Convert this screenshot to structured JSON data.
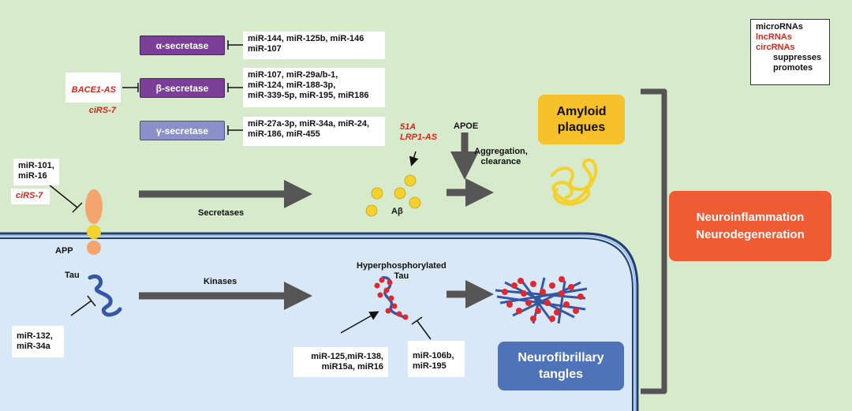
{
  "legend": {
    "mirna": "microRNAs",
    "lncrna": "lncRNAs",
    "circrna": "circRNAs",
    "suppresses": "suppresses",
    "promotes": "promotes"
  },
  "enzymes": {
    "alpha": "α-secretase",
    "beta": "β-secretase",
    "gamma": "γ-secretase"
  },
  "regulators": {
    "alpha_mirnas": "miR-144, miR-125b, miR-146\nmiR-107",
    "beta_mirnas": "miR-107, miR-29a/b-1,\nmiR-124, miR-188-3p,\nmiR-339-5p, miR-195, miR186",
    "gamma_mirnas": "miR-27a-3p, miR-34a, miR-24,\nmiR-186, miR-455",
    "bace1_as": "BACE1-AS",
    "cirs7_beta": "ciRS-7",
    "app_mirnas": "miR-101,\nmiR-16",
    "cirs7_app": "ciRS-7",
    "lnc_abeta": "51A\nLRP1-AS",
    "tau_mirnas": "miR-132,\nmiR-34a",
    "hyper_promote": "miR-125,miR-138,\nmiR15a, miR16",
    "hyper_suppress": "miR-106b,\nmiR-195"
  },
  "labels": {
    "app": "APP",
    "tau": "Tau",
    "secretases": "Secretases",
    "kinases": "Kinases",
    "abeta": "Aβ",
    "apoe": "APOE",
    "aggregation": "Aggregation,\nclearance",
    "hyperphosphorylated": "Hyperphosphorylated\nTau"
  },
  "outcomes": {
    "amyloid": "Amyloid\nplaques",
    "tangles": "Neurofibrillary\ntangles",
    "neuro_line1": "Neuroinflammation",
    "neuro_line2": "Neurodegeneration"
  },
  "colors": {
    "background": "#d7eacb",
    "cell_fill": "#d9e8f6",
    "membrane": "#1f3f78",
    "arrow": "#555555",
    "alpha": "#7b3f98",
    "beta": "#7b3f98",
    "gamma": "#8b90c8",
    "amyloid_box": "#f6c12b",
    "tangles_box": "#4e73b8",
    "neuro_box": "#ef5b33",
    "abeta_dot": "#f4d12d",
    "app_body": "#f2a66e",
    "red_text": "#d5281d"
  }
}
